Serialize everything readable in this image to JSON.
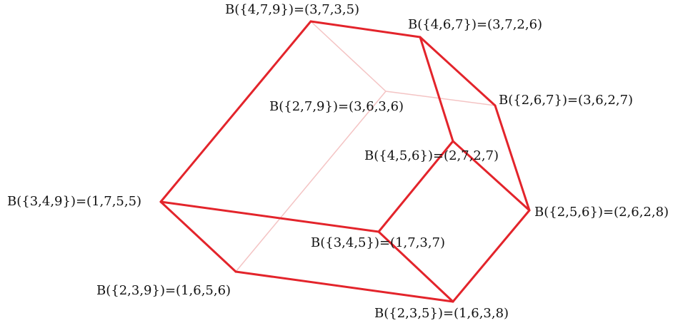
{
  "vertices": [
    {
      "id": "v479",
      "label": "B({4,7,9})=(3,7,3,5)"
    },
    {
      "id": "v467",
      "label": "B({4,6,7})=(3,7,2,6)"
    },
    {
      "id": "v279",
      "label": "B({2,7,9})=(3,6,3,6)"
    },
    {
      "id": "v267",
      "label": "B({2,6,7})=(3,6,2,7)"
    },
    {
      "id": "v456",
      "label": "B({4,5,6})=(2,7,2,7)"
    },
    {
      "id": "v349",
      "label": "B({3,4,9})=(1,7,5,5)"
    },
    {
      "id": "v256",
      "label": "B({2,5,6})=(2,6,2,8)"
    },
    {
      "id": "v345",
      "label": "B({3,4,5})=(1,7,3,7)"
    },
    {
      "id": "v239",
      "label": "B({2,3,9})=(1,6,5,6)"
    },
    {
      "id": "v235",
      "label": "B({2,3,5})=(1,6,3,8)"
    }
  ],
  "edges": [
    {
      "from": "v479",
      "to": "v467",
      "style": "front"
    },
    {
      "from": "v467",
      "to": "v267",
      "style": "front"
    },
    {
      "from": "v467",
      "to": "v456",
      "style": "front"
    },
    {
      "from": "v267",
      "to": "v256",
      "style": "front"
    },
    {
      "from": "v456",
      "to": "v256",
      "style": "front"
    },
    {
      "from": "v456",
      "to": "v345",
      "style": "front"
    },
    {
      "from": "v479",
      "to": "v349",
      "style": "front"
    },
    {
      "from": "v349",
      "to": "v345",
      "style": "front"
    },
    {
      "from": "v349",
      "to": "v239",
      "style": "front"
    },
    {
      "from": "v345",
      "to": "v235",
      "style": "front"
    },
    {
      "from": "v239",
      "to": "v235",
      "style": "front"
    },
    {
      "from": "v235",
      "to": "v256",
      "style": "front"
    },
    {
      "from": "v479",
      "to": "v279",
      "style": "back"
    },
    {
      "from": "v279",
      "to": "v267",
      "style": "back"
    },
    {
      "from": "v279",
      "to": "v239",
      "style": "back"
    }
  ],
  "colors": {
    "front_edge": "#e3242b",
    "back_edge": "#f4c4c4",
    "label_text": "#111111"
  }
}
